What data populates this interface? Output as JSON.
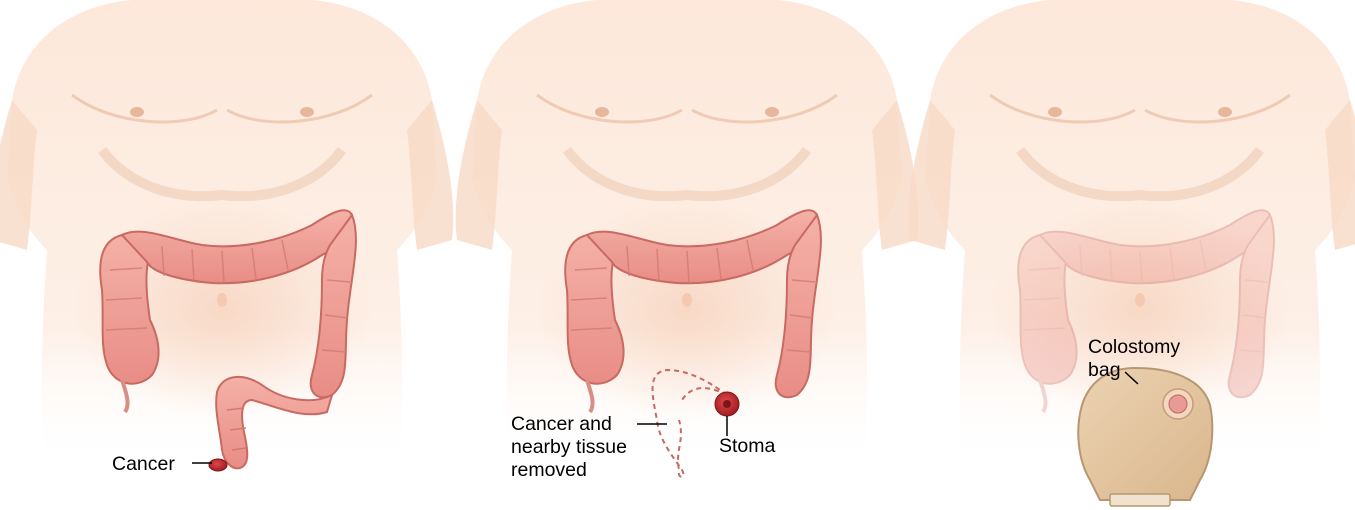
{
  "panels": [
    {
      "labels": {
        "cancer": "Cancer"
      }
    },
    {
      "labels": {
        "removed_line1": "Cancer and",
        "removed_line2": "nearby tissue",
        "removed_line3": "removed",
        "stoma": "Stoma"
      }
    },
    {
      "labels": {
        "bag_line1": "Colostomy",
        "bag_line2": "bag"
      }
    }
  ],
  "colors": {
    "skin_light": "#fbe6d8",
    "skin_mid": "#f3c9ae",
    "colon_fill": "#f0a39a",
    "colon_stroke": "#c86a62",
    "tumor": "#b8262b",
    "bag": "#e7c9a3"
  }
}
